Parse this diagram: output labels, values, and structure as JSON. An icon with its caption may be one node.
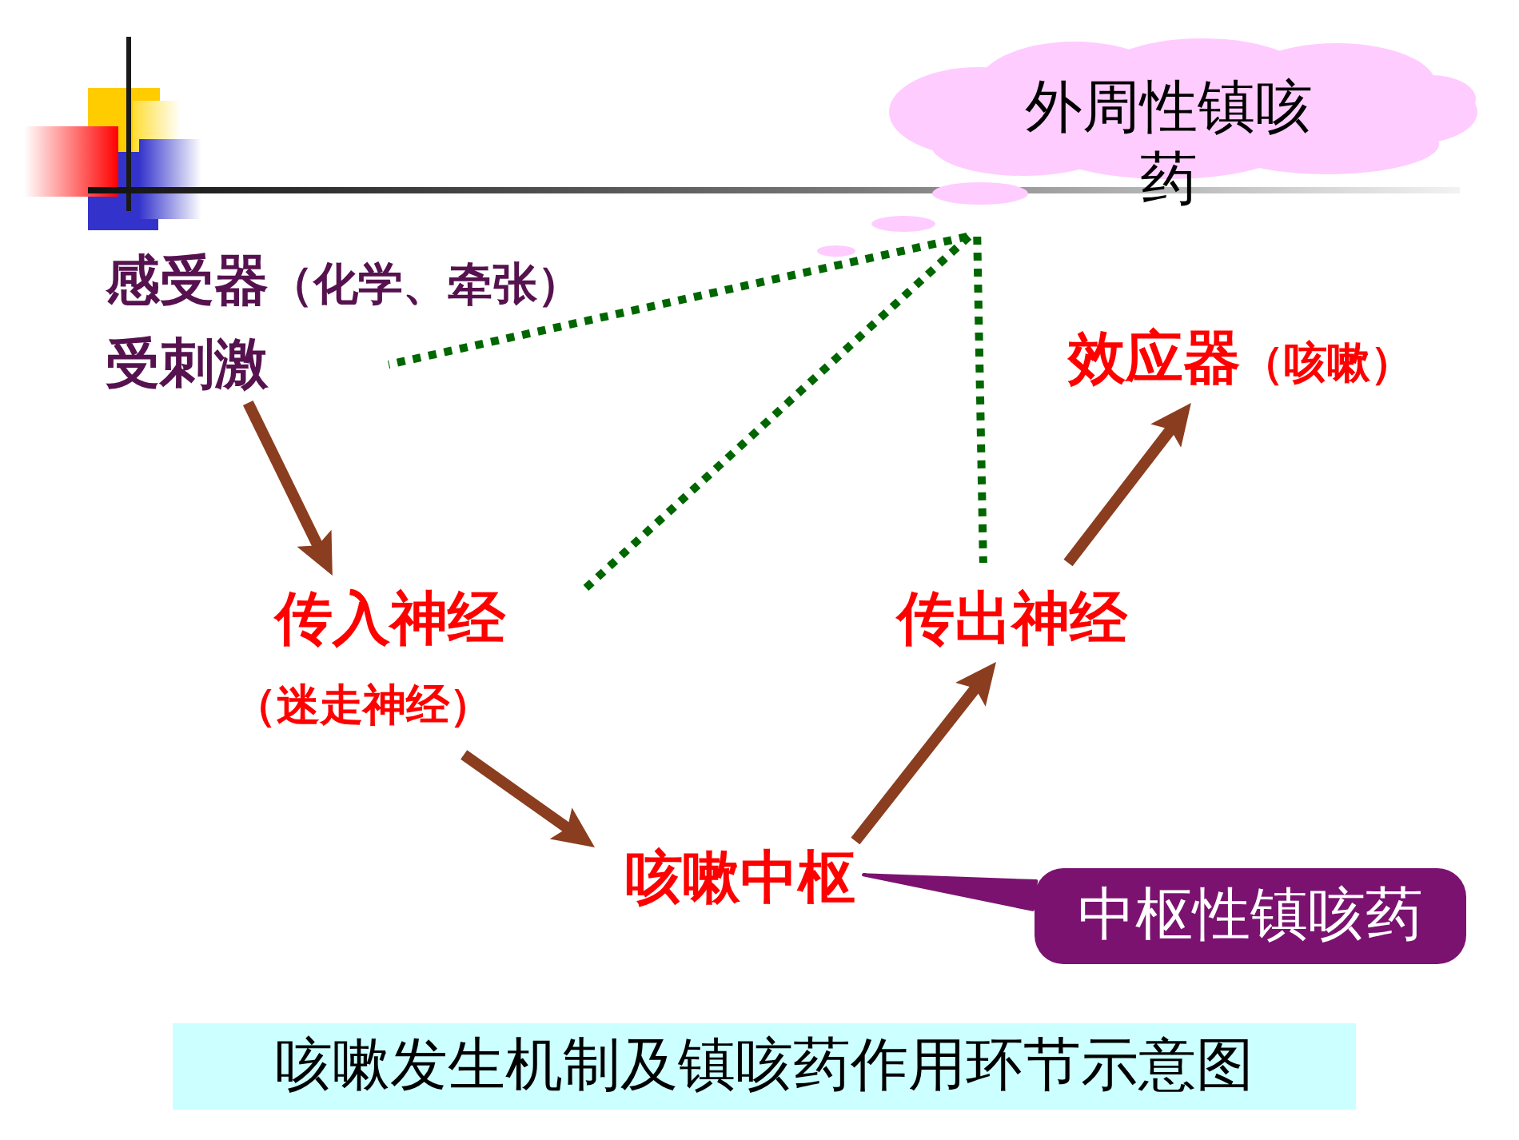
{
  "diagram": {
    "caption": "咳嗽发生机制及镇咳药作用环节示意图",
    "nodes": [
      {
        "text": [
          "感受器",
          "（化学、牵张）",
          "受刺激"
        ]
      },
      {
        "text": [
          "传入神经",
          "（迷走神经）"
        ]
      },
      {
        "text": [
          "咳嗽中枢"
        ]
      },
      {
        "text": [
          "传出神经"
        ]
      },
      {
        "text": [
          "效应器",
          "（咳嗽）"
        ]
      },
      {
        "text": [
          "外周性镇咳药"
        ]
      },
      {
        "text": [
          "中枢性镇咳药"
        ]
      }
    ],
    "edges": [
      {
        "from": 0,
        "to": 1,
        "arrow": "to"
      },
      {
        "from": 1,
        "to": 2,
        "arrow": "to"
      },
      {
        "from": 2,
        "to": 3,
        "arrow": "to"
      },
      {
        "from": 3,
        "to": 4,
        "arrow": "to"
      },
      {
        "from": 5,
        "to": 0,
        "arrow": "none",
        "style": "dashed",
        "color": "#006600"
      },
      {
        "from": 5,
        "to": 1,
        "arrow": "none",
        "style": "dashed",
        "color": "#006600"
      },
      {
        "from": 5,
        "to": 3,
        "arrow": "none",
        "style": "dashed",
        "color": "#006600"
      },
      {
        "from": 6,
        "to": 2,
        "arrow": "none",
        "style": "thick",
        "color": "#7b1270"
      }
    ]
  }
}
